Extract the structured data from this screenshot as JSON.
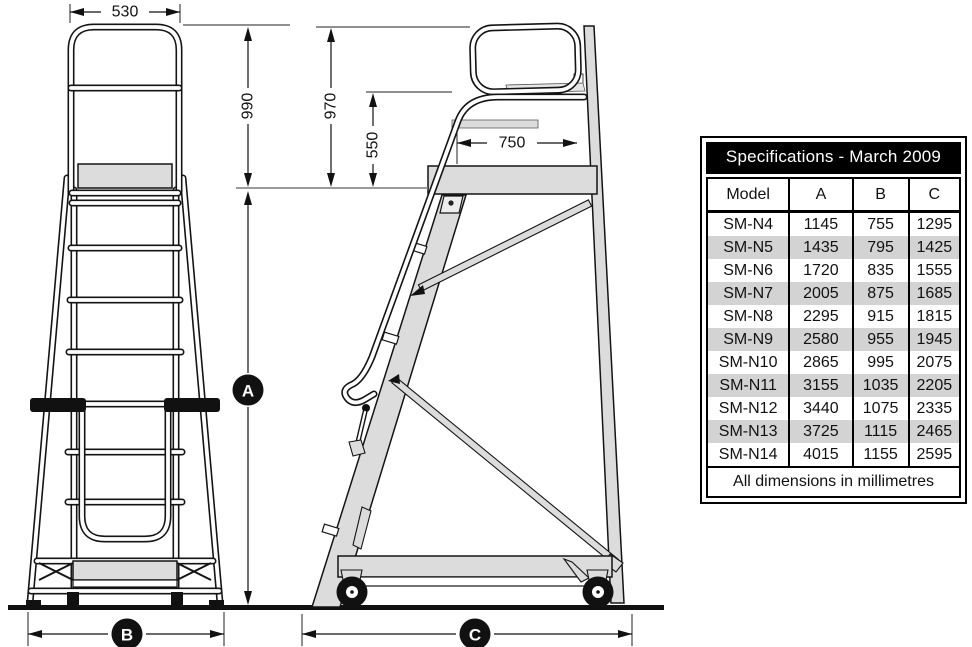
{
  "drawing": {
    "dim_top_width": "530",
    "dim_front_upper_height": "990",
    "dim_side_upper_height": "970",
    "dim_guardrail_height": "550",
    "dim_platform_depth": "750",
    "label_a": "A",
    "label_b": "B",
    "label_c": "C"
  },
  "spec_table": {
    "title": "Specifications - March 2009",
    "columns": [
      "Model",
      "A",
      "B",
      "C"
    ],
    "rows": [
      [
        "SM-N4",
        "1145",
        "755",
        "1295"
      ],
      [
        "SM-N5",
        "1435",
        "795",
        "1425"
      ],
      [
        "SM-N6",
        "1720",
        "835",
        "1555"
      ],
      [
        "SM-N7",
        "2005",
        "875",
        "1685"
      ],
      [
        "SM-N8",
        "2295",
        "915",
        "1815"
      ],
      [
        "SM-N9",
        "2580",
        "955",
        "1945"
      ],
      [
        "SM-N10",
        "2865",
        "995",
        "2075"
      ],
      [
        "SM-N11",
        "3155",
        "1035",
        "2205"
      ],
      [
        "SM-N12",
        "3440",
        "1075",
        "2335"
      ],
      [
        "SM-N13",
        "3725",
        "1115",
        "2465"
      ],
      [
        "SM-N14",
        "4015",
        "1155",
        "2595"
      ]
    ],
    "footer": "All dimensions in millimetres"
  },
  "colors": {
    "line": "#141414",
    "metal_fill": "#dcdcdc",
    "row_shade": "#d3d3d3",
    "header_bg": "#000000",
    "header_fg": "#ffffff"
  }
}
